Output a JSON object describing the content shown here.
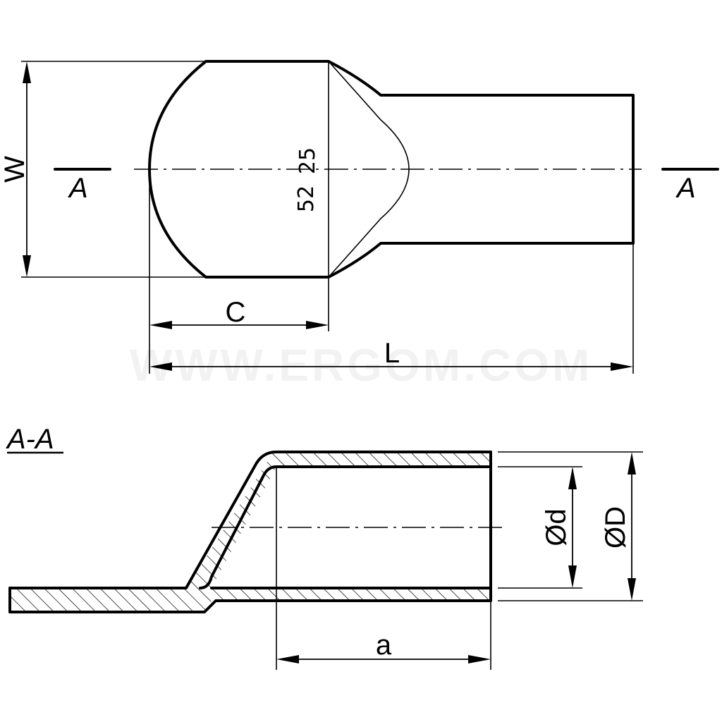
{
  "top_view": {
    "width_label": "W",
    "section_left_label": "A",
    "section_right_label": "A",
    "size_marking": "25",
    "logo_marking": "52",
    "palm_length_label": "C",
    "total_length_label": "L"
  },
  "watermark": "WWW.ERGOM.COM",
  "section_view": {
    "title": "A-A",
    "inner_diameter_label": "Ød",
    "outer_diameter_label": "ØD",
    "barrel_depth_label": "a"
  }
}
